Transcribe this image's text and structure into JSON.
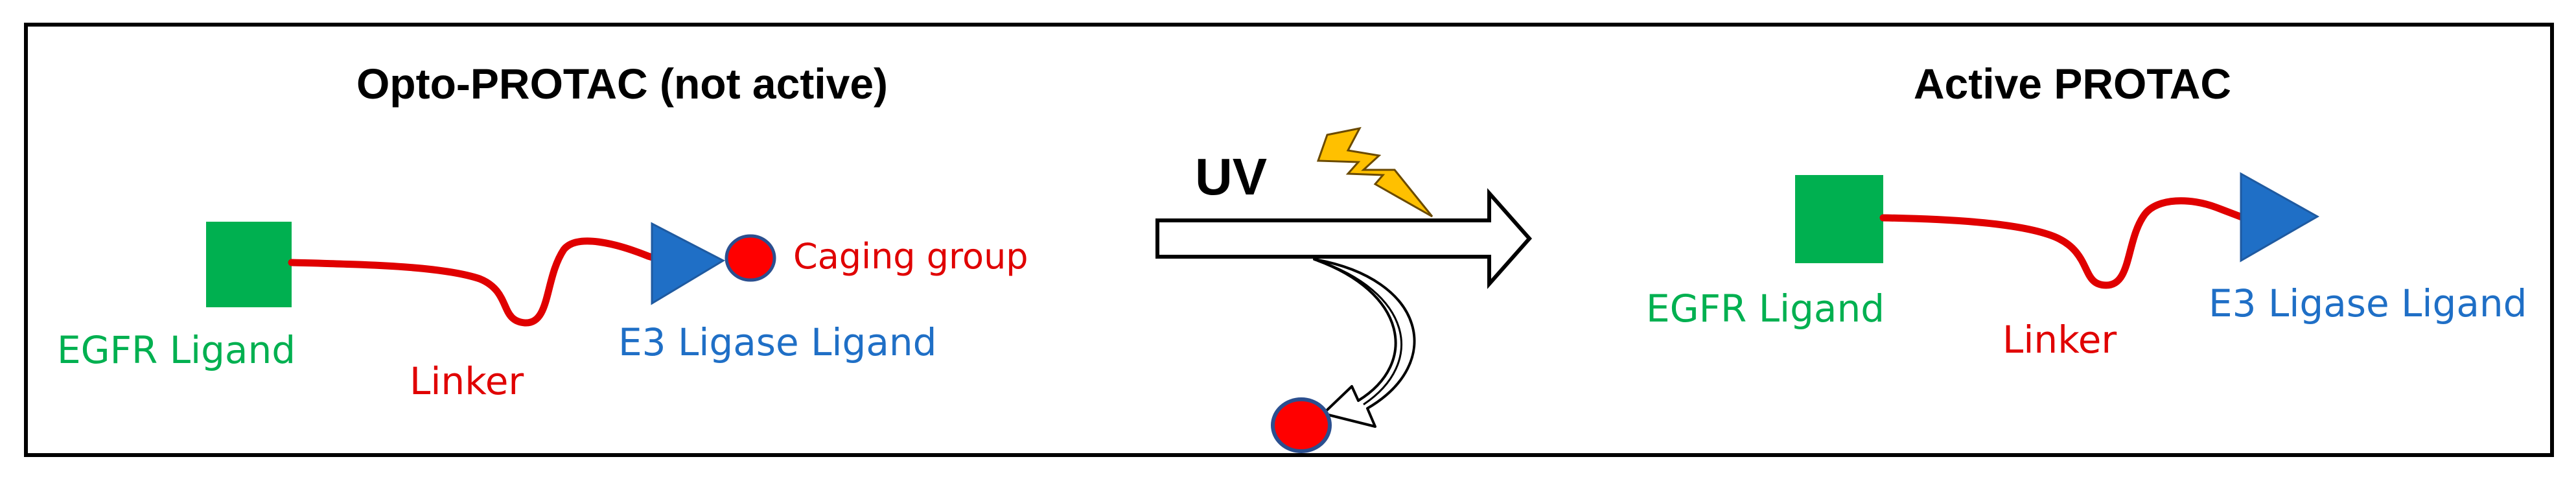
{
  "left_panel": {
    "title": "Opto-PROTAC (not active)",
    "egfr_label": "EGFR Ligand",
    "linker_label": "Linker",
    "e3_label": "E3 Ligase Ligand",
    "caging_label": "Caging group"
  },
  "reaction": {
    "uv_label": "UV"
  },
  "right_panel": {
    "title": "Active PROTAC",
    "egfr_label": "EGFR Ligand",
    "linker_label": "Linker",
    "e3_label": "E3 Ligase Ligand"
  },
  "colors": {
    "egfr": "#00b050",
    "linker": "#e00000",
    "e3": "#1f6fc6",
    "caging": "#ff0000",
    "bolt": "#ffc000",
    "outline": "#000000"
  },
  "icons": {
    "egfr_shape": "green-square-icon",
    "e3_shape": "blue-triangle-icon",
    "caging_shape": "red-circle-icon",
    "uv_shape": "lightning-bolt-icon",
    "reaction_arrow": "right-arrow-icon",
    "release_arrow": "curved-arrow-icon"
  }
}
